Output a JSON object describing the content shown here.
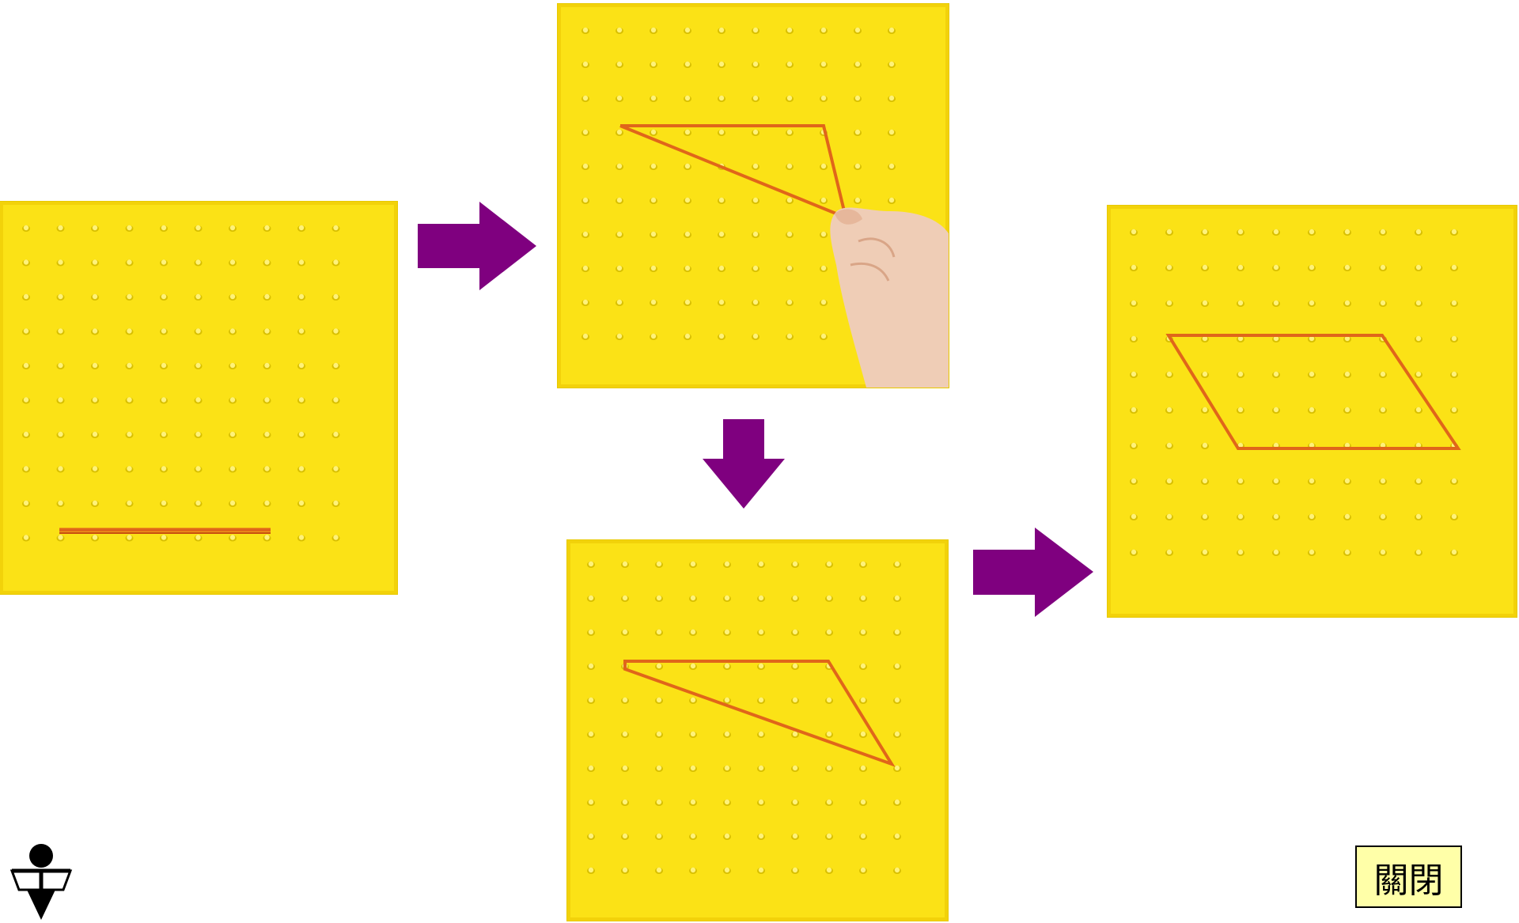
{
  "close_button": {
    "label": "關閉"
  },
  "colors": {
    "board": "#fbe216",
    "peg": "#ead000",
    "band": "#e0661a",
    "arrow": "#7f007f",
    "button_bg": "#ffffa8"
  },
  "boards": [
    {
      "id": "board-1",
      "shape": "line-segment",
      "pegs": "10x10"
    },
    {
      "id": "board-2",
      "shape": "triangle-being-stretched-by-hand",
      "pegs": "10x10"
    },
    {
      "id": "board-3",
      "shape": "triangle",
      "pegs": "10x10"
    },
    {
      "id": "board-4",
      "shape": "parallelogram",
      "pegs": "10x10"
    }
  ],
  "icons": [
    "arrow-right-icon",
    "arrow-down-icon",
    "arrow-right-icon",
    "presenter-icon"
  ]
}
